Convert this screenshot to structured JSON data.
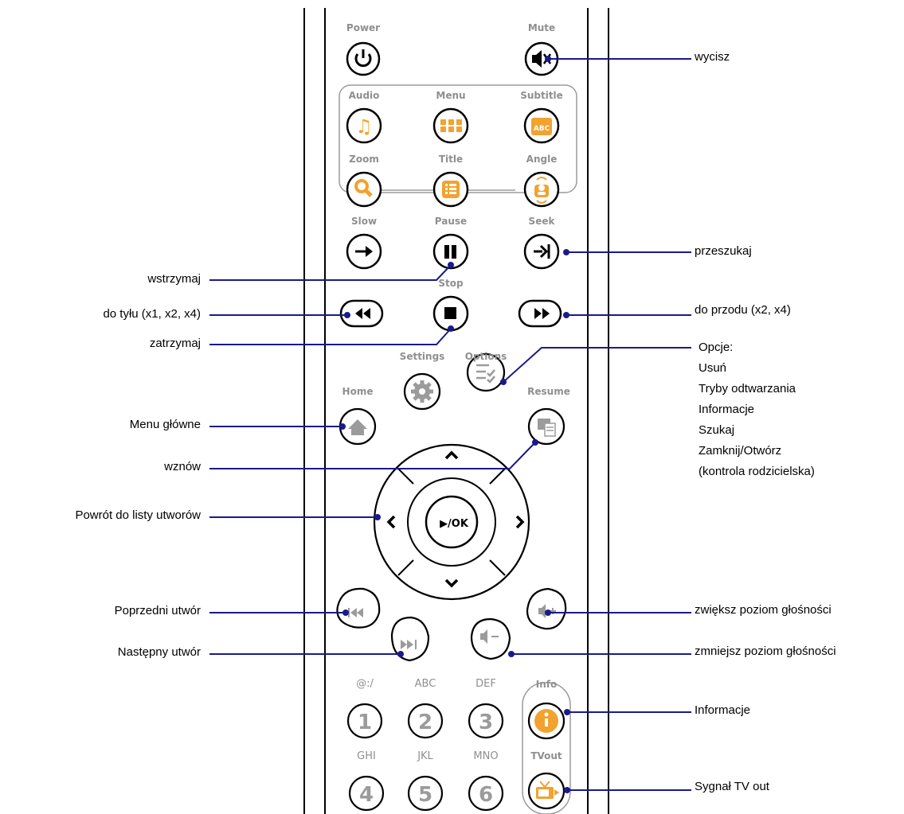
{
  "colors": {
    "leader": "#1a1a8a",
    "outline": "#000000",
    "orange": "#f2a22e",
    "gray": "#9b9b9b"
  },
  "remote": {
    "power": "Power",
    "mute": "Mute",
    "audio": "Audio",
    "menu": "Menu",
    "subtitle": "Subtitle",
    "zoom": "Zoom",
    "title": "Title",
    "angle": "Angle",
    "slow": "Slow",
    "pause": "Pause",
    "seek": "Seek",
    "stop": "Stop",
    "settings": "Settings",
    "options": "Options",
    "home": "Home",
    "resume": "Resume",
    "ok": "▶/OK",
    "info": "Info",
    "tvout": "TVout",
    "subtitle_icon": "ABC",
    "keys": [
      {
        "digit": "1",
        "letters": "@:/"
      },
      {
        "digit": "2",
        "letters": "ABC"
      },
      {
        "digit": "3",
        "letters": "DEF"
      },
      {
        "digit": "4",
        "letters": "GHI"
      },
      {
        "digit": "5",
        "letters": "JKL"
      },
      {
        "digit": "6",
        "letters": "MNO"
      }
    ]
  },
  "annotations": {
    "mute": "wycisz",
    "seek": "przeszukaj",
    "pause": "wstrzymaj",
    "rewind": "do tyłu (x1, x2, x4)",
    "forward": "do przodu (x2, x4)",
    "stop": "zatrzymaj",
    "home": "Menu główne",
    "resume": "wznów",
    "back": "Powrót do listy utworów",
    "prev": "Poprzedni utwór",
    "next": "Następny utwór",
    "vol_up": "zwiększ poziom głośności",
    "vol_down": "zmniejsz poziom głośności",
    "info": "Informacje",
    "tvout": "Sygnał TV out",
    "options": [
      "Opcje:",
      "Usuń",
      "Tryby odtwarzania",
      "Informacje",
      "Szukaj",
      "Zamknij/Otwórz",
      "(kontrola rodzicielska)"
    ]
  }
}
